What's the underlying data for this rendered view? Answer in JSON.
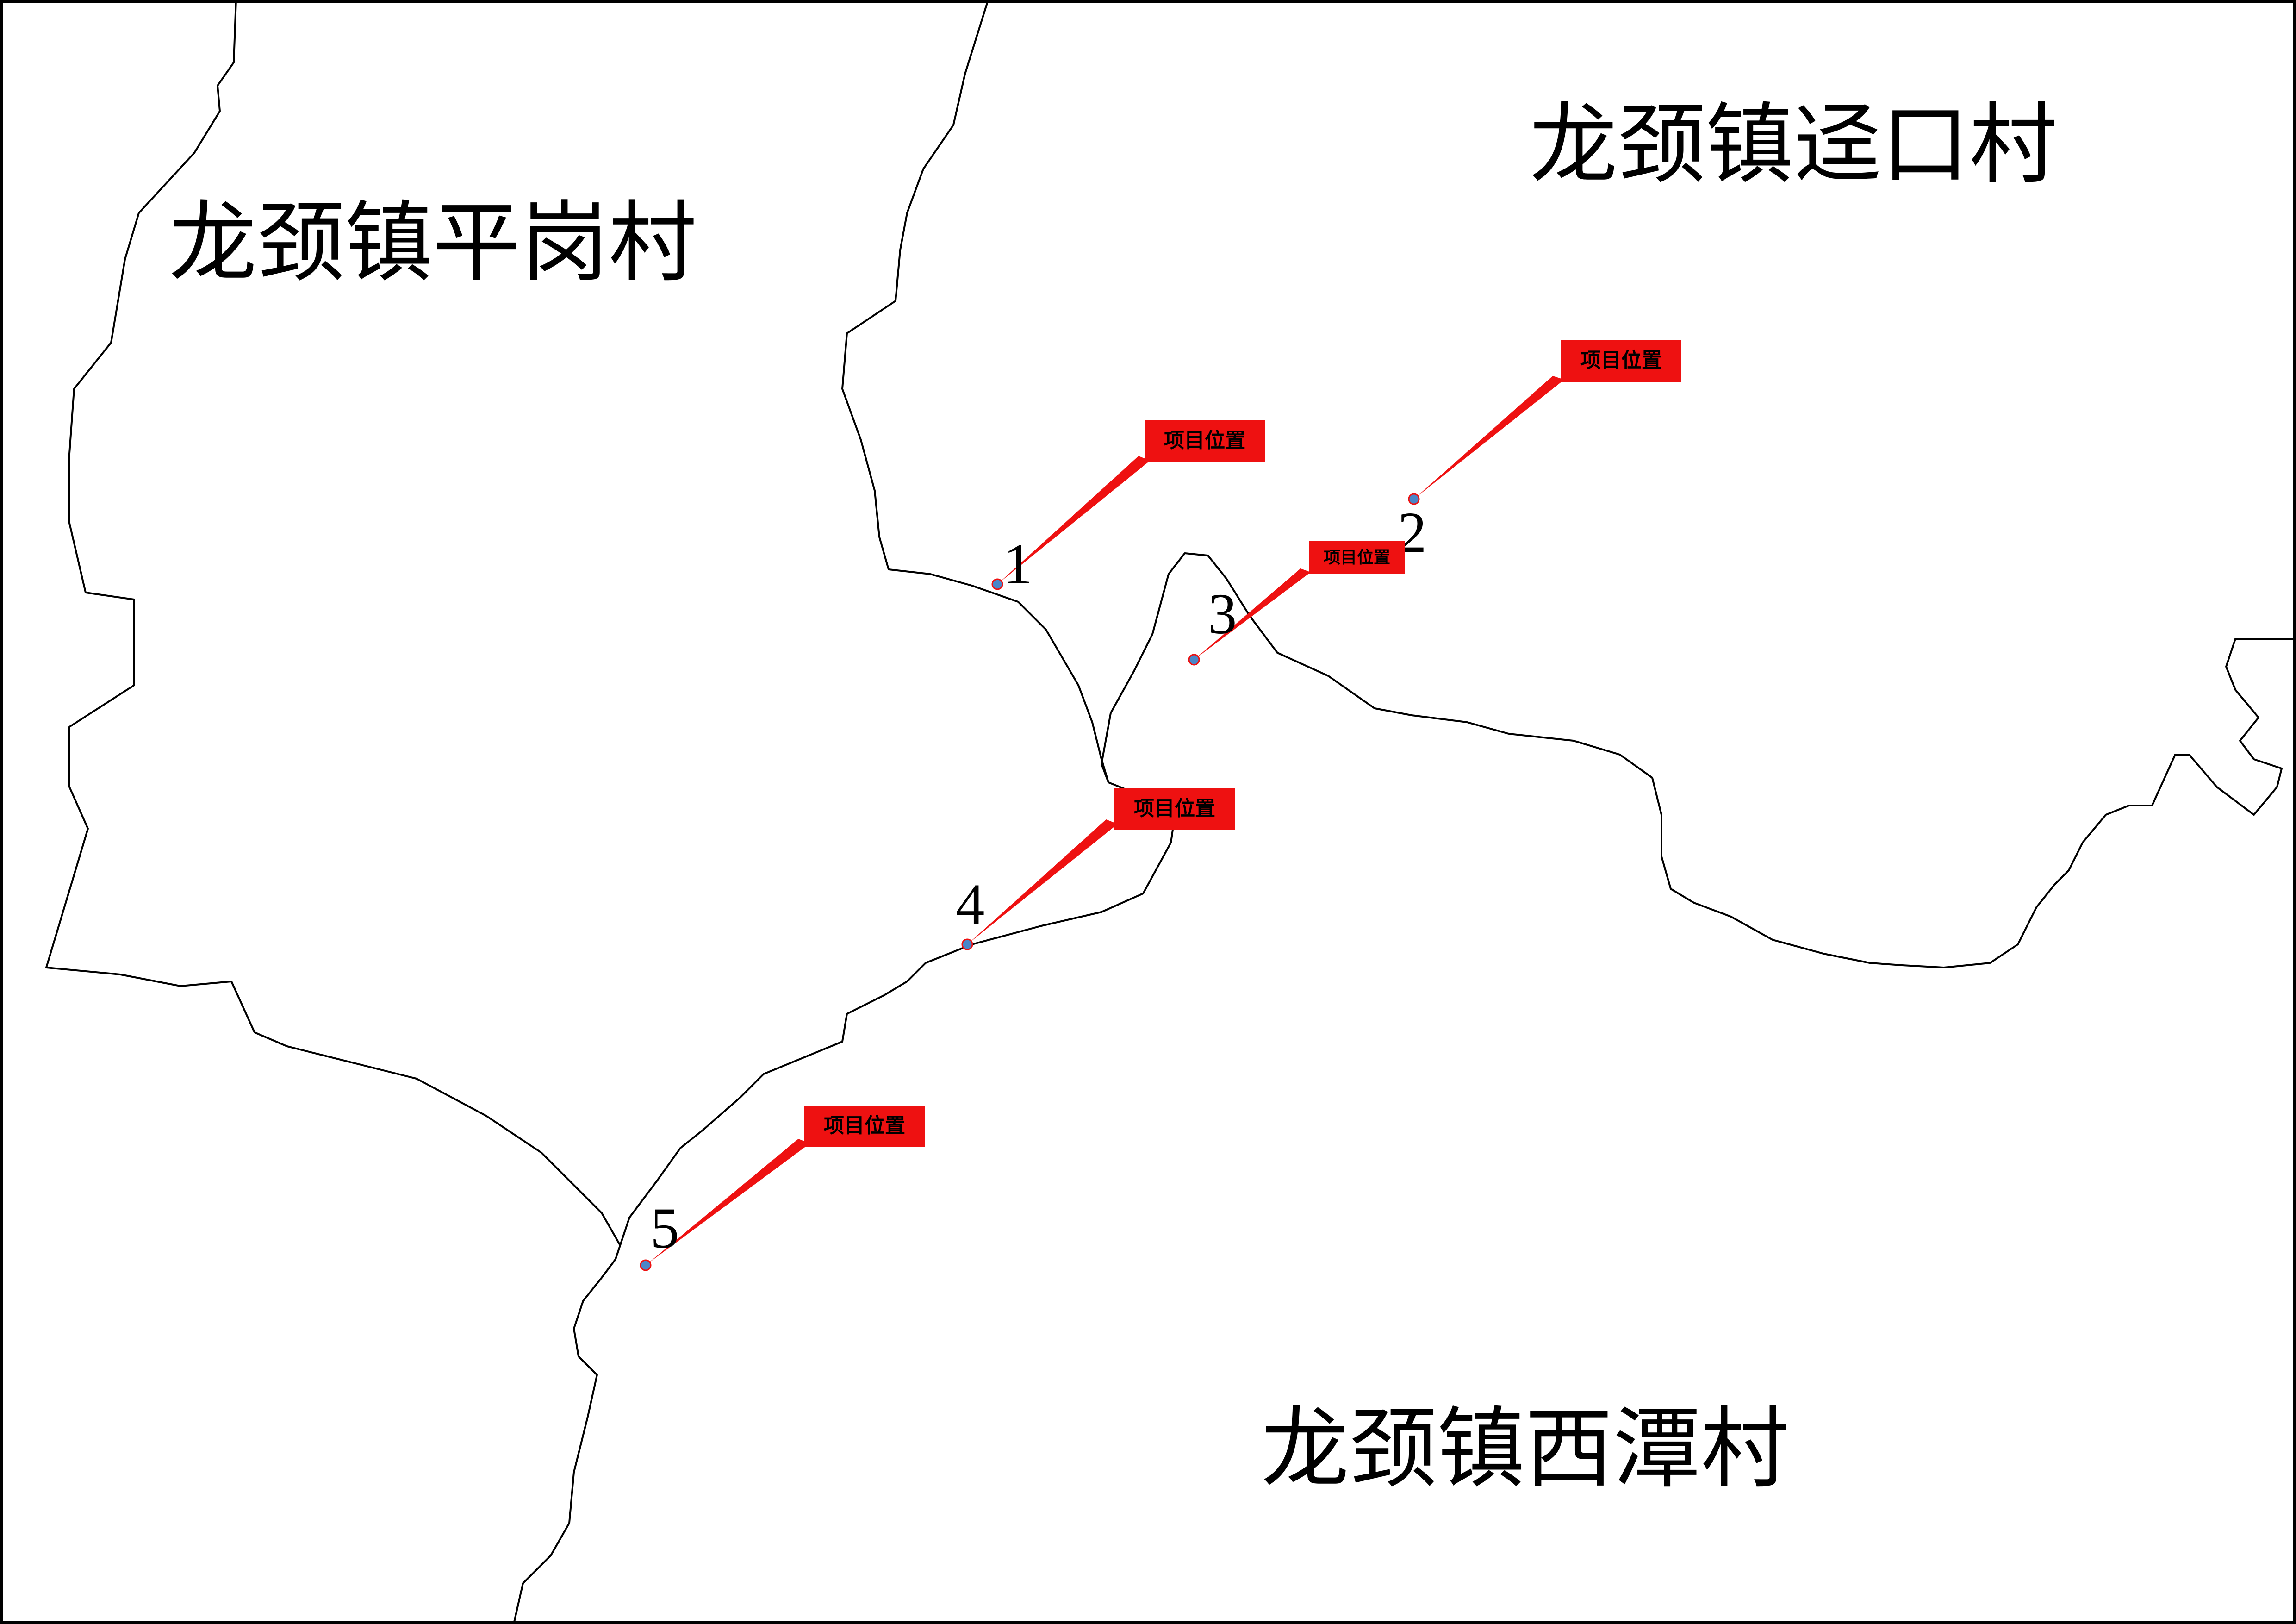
{
  "regions": [
    {
      "id": "pinggang",
      "label": "龙颈镇平岗村"
    },
    {
      "id": "jingkou",
      "label": "龙颈镇迳口村"
    },
    {
      "id": "xitan",
      "label": "龙颈镇西潭村"
    }
  ],
  "sites": [
    {
      "number": "1",
      "callout_label": "项目位置"
    },
    {
      "number": "2",
      "callout_label": "项目位置"
    },
    {
      "number": "3",
      "callout_label": "项目位置"
    },
    {
      "number": "4",
      "callout_label": "项目位置"
    },
    {
      "number": "5",
      "callout_label": "项目位置"
    }
  ],
  "colors": {
    "callout_fill": "#ee1111",
    "marker_fill": "#4a86c8",
    "boundary_stroke": "#000000"
  }
}
